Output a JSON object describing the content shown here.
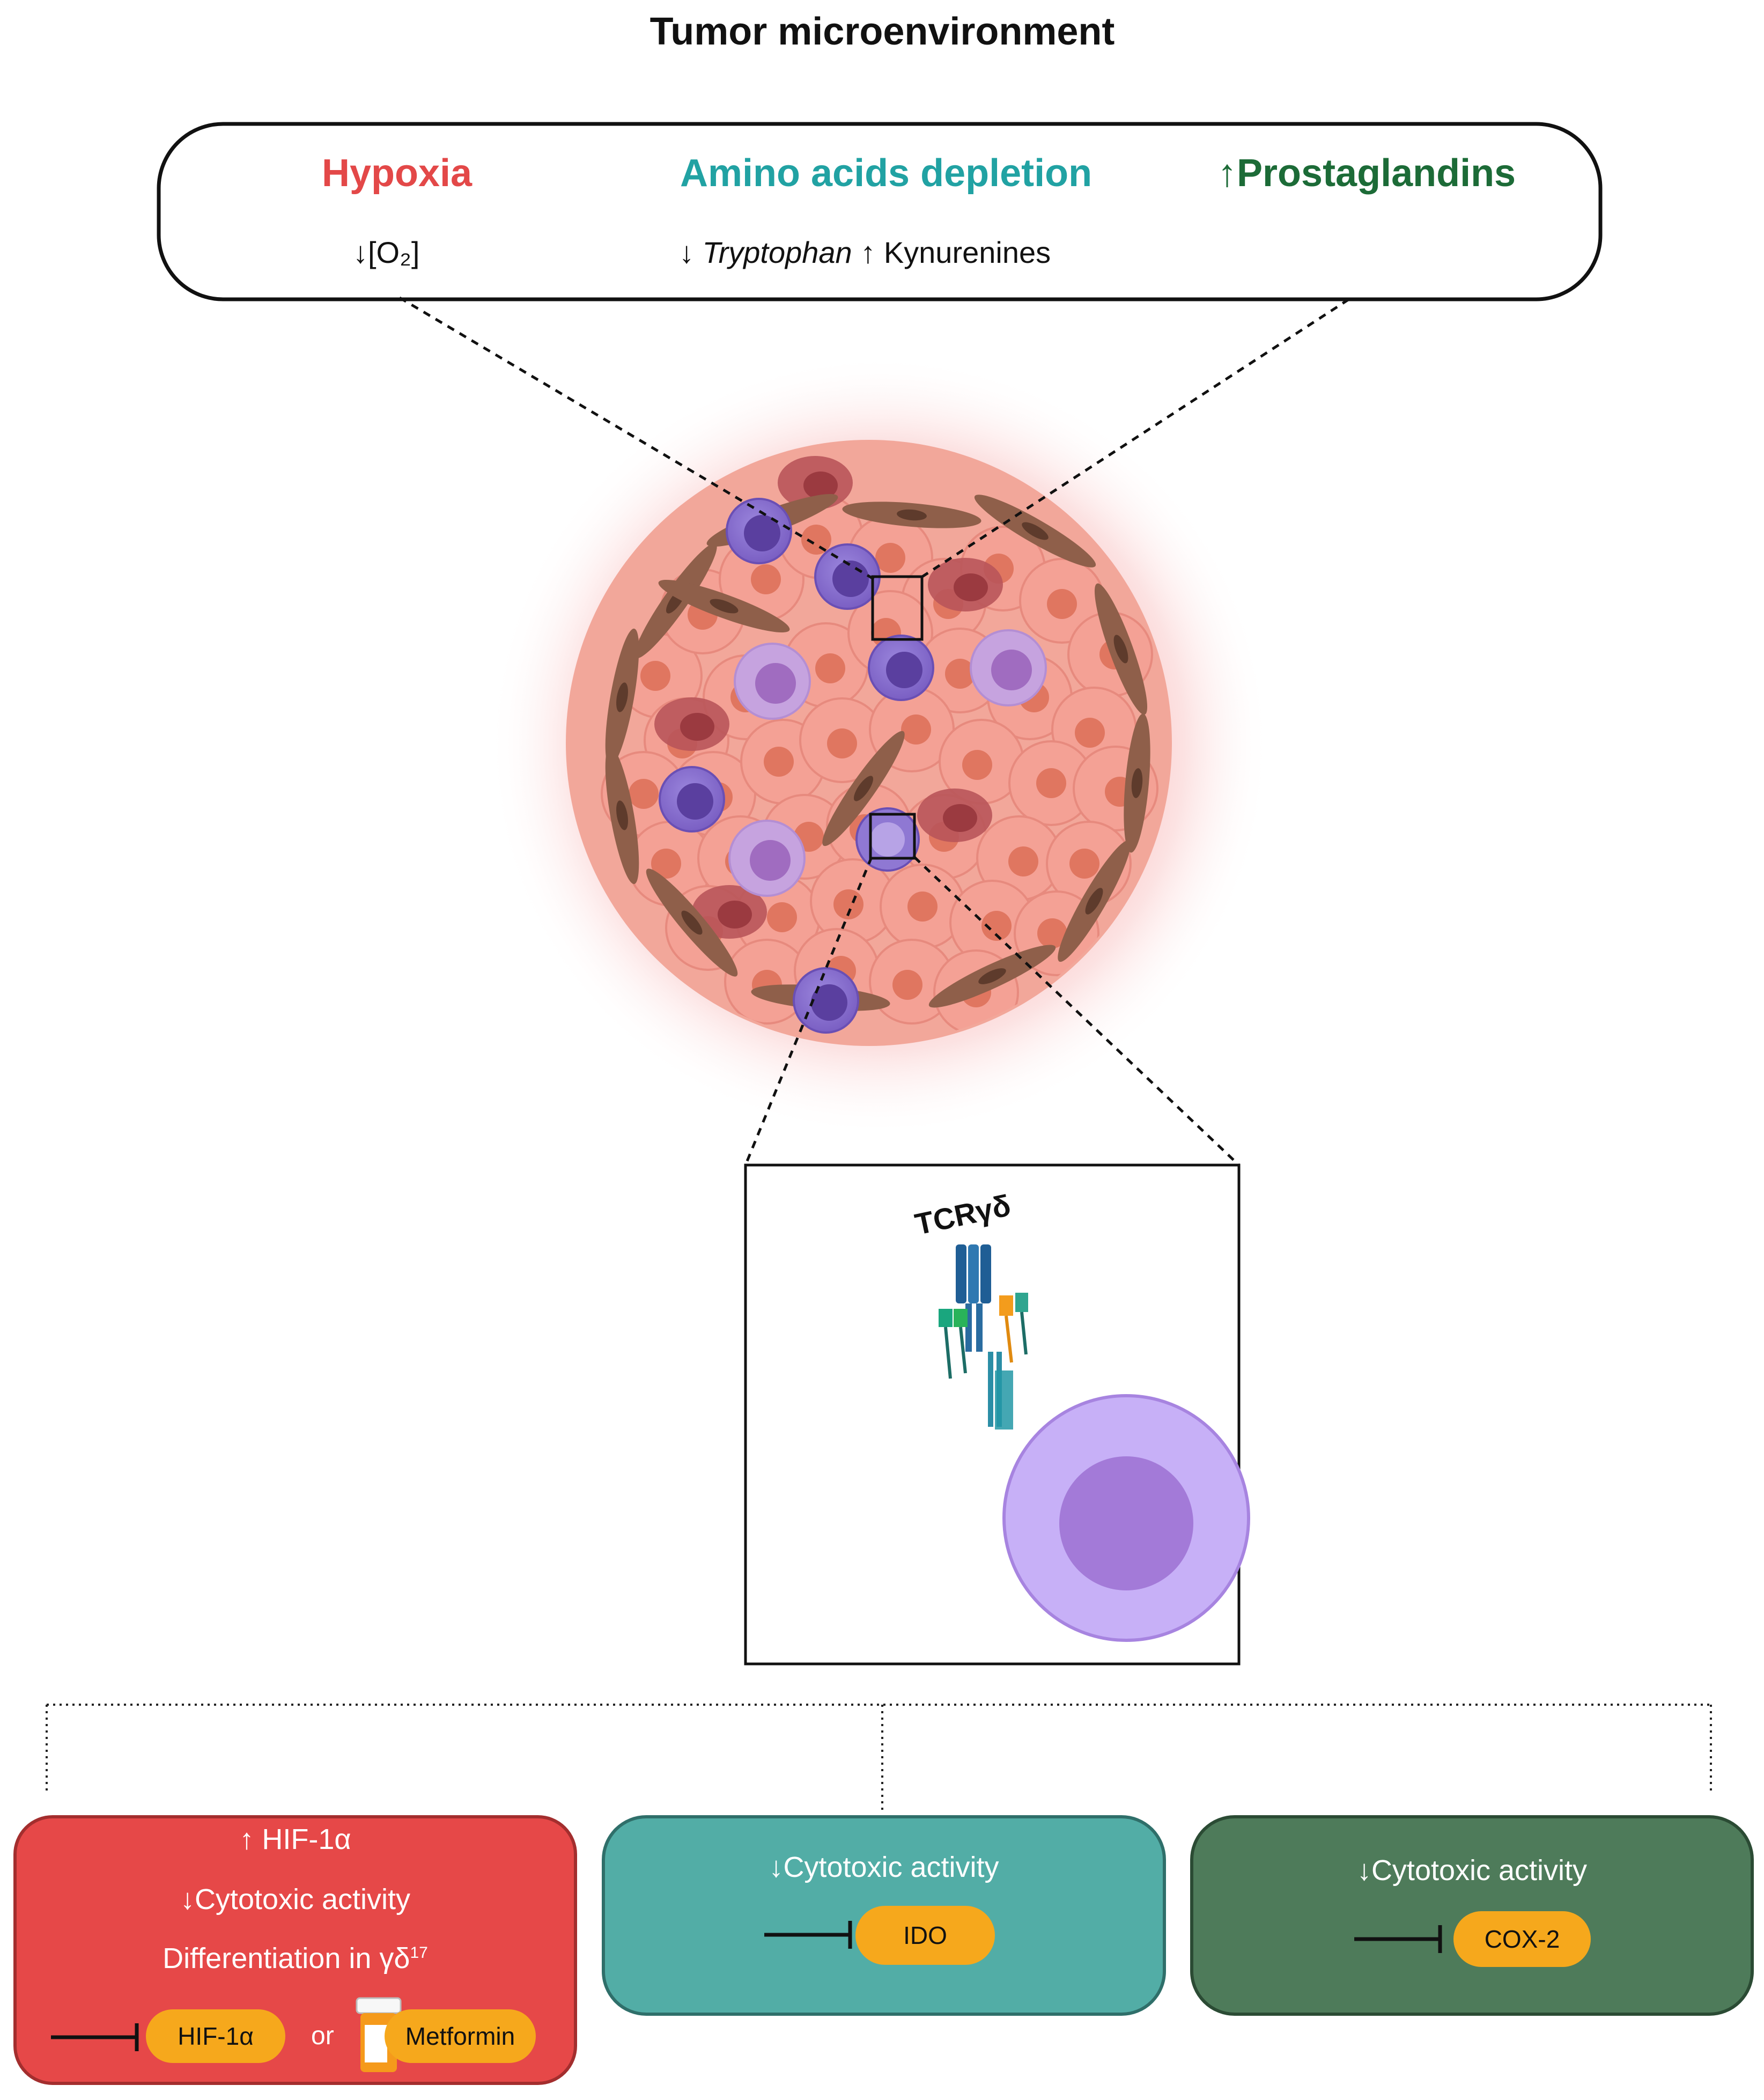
{
  "title": "Tumor microenvironment",
  "factors": [
    {
      "label": "Hypoxia",
      "color": "#e34848",
      "detail_arrow": "↓",
      "detail": "[O₂]"
    },
    {
      "label": "Amino acids depletion",
      "color": "#21a2a3",
      "detail_arrow": "↓",
      "detail_italic": "Tryptophan",
      "detail_arrow2": "↑",
      "detail2": "Kynurenines"
    },
    {
      "label": "Prostaglandins",
      "arrow": "↑",
      "color": "#1c6b37"
    }
  ],
  "zoom_label": "TCRγδ",
  "effects": [
    {
      "color": "#e64848",
      "lines": [
        "↑ HIF-1α",
        "↓Cytotoxic activity",
        "Differentiation in γδ",
        "17"
      ],
      "inhibitor": "HIF-1α",
      "or": "or",
      "drug": "Metformin"
    },
    {
      "color": "#52ada6",
      "lines": [
        "↓Cytotoxic activity"
      ],
      "inhibitor": "IDO"
    },
    {
      "color": "#4e7b5a",
      "lines": [
        "↓Cytotoxic activity"
      ],
      "inhibitor": "COX-2"
    }
  ],
  "colors": {
    "tumor_cell": "#f4a195",
    "tumor_nucleus": "#e07660",
    "necrotic": "#b9555a",
    "fibroblast": "#8f5f4a",
    "t_cell": "#8b70d0",
    "t_cell_nucleus": "#5a3f9f",
    "granulocyte": "#c6a3df",
    "gd_cell": "#c7b0f7",
    "gd_nucleus": "#a37ad8",
    "pill": "#f6a81c"
  },
  "icons": [
    "inhibition-arrow-icon",
    "pill-bottle-icon",
    "tcr-receptor-icon"
  ]
}
